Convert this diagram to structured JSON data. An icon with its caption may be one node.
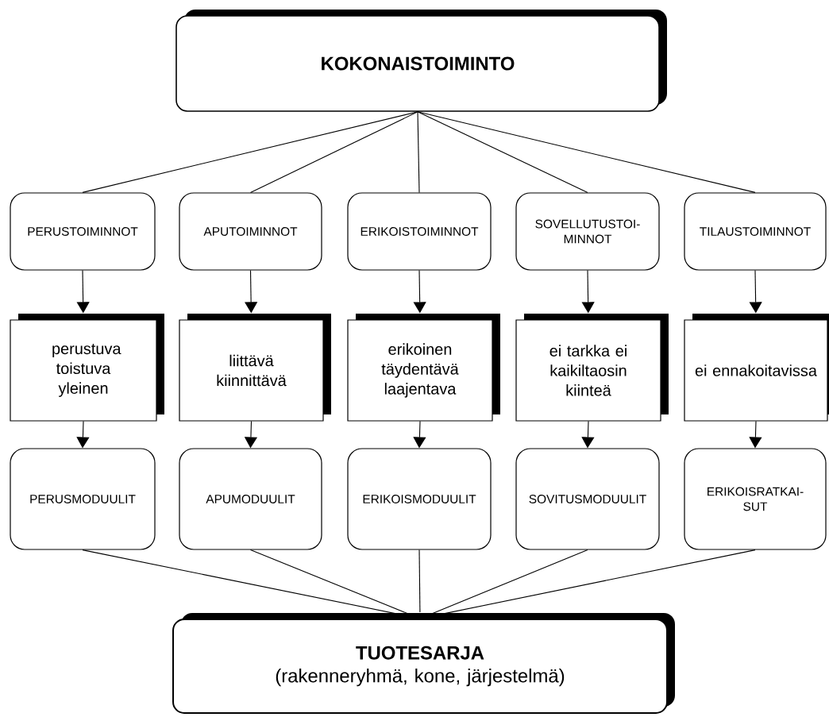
{
  "diagram": {
    "nodes": [
      {
        "text": [
          "KOKONAISTOIMINTO"
        ]
      },
      {
        "text": [
          "PERUSTOIMINNOT"
        ]
      },
      {
        "text": [
          "APUTOIMINNOT"
        ]
      },
      {
        "text": [
          "ERIKOISTOIMINNOT"
        ]
      },
      {
        "text": [
          "SOVELLUTUSTOI-MINNOT"
        ]
      },
      {
        "text": [
          "TILAUSTOIMINNOT"
        ]
      },
      {
        "text": [
          "perustuva toistuva yleinen"
        ]
      },
      {
        "text": [
          "liittävä kiinnittävä"
        ]
      },
      {
        "text": [
          "erikoinen täydentävä laajentava"
        ]
      },
      {
        "text": [
          "ei tarkka ei kaikiltaosin kiinteä"
        ]
      },
      {
        "text": [
          "ei ennakoitavissa"
        ]
      },
      {
        "text": [
          "PERUSMODUULIT"
        ]
      },
      {
        "text": [
          "APUMODUULIT"
        ]
      },
      {
        "text": [
          "ERIKOISMODUULIT"
        ]
      },
      {
        "text": [
          "SOVITUSMODUULIT"
        ]
      },
      {
        "text": [
          "ERIKOISRATKAI-SUT"
        ]
      },
      {
        "text": [
          "TUOTESARJA",
          "(rakenneryhmä, kone, järjestelmä)"
        ]
      }
    ],
    "edges": [
      {
        "from": 0,
        "to": 1,
        "arrow": "none"
      },
      {
        "from": 0,
        "to": 2,
        "arrow": "none"
      },
      {
        "from": 0,
        "to": 3,
        "arrow": "none"
      },
      {
        "from": 0,
        "to": 4,
        "arrow": "none"
      },
      {
        "from": 0,
        "to": 5,
        "arrow": "none"
      },
      {
        "from": 1,
        "to": 6,
        "arrow": "to"
      },
      {
        "from": 2,
        "to": 7,
        "arrow": "to"
      },
      {
        "from": 3,
        "to": 8,
        "arrow": "to"
      },
      {
        "from": 4,
        "to": 9,
        "arrow": "to"
      },
      {
        "from": 5,
        "to": 10,
        "arrow": "to"
      },
      {
        "from": 6,
        "to": 11,
        "arrow": "to"
      },
      {
        "from": 7,
        "to": 12,
        "arrow": "to"
      },
      {
        "from": 8,
        "to": 13,
        "arrow": "to"
      },
      {
        "from": 9,
        "to": 14,
        "arrow": "to"
      },
      {
        "from": 10,
        "to": 15,
        "arrow": "to"
      },
      {
        "from": 11,
        "to": 16,
        "arrow": "none"
      },
      {
        "from": 12,
        "to": 16,
        "arrow": "none"
      },
      {
        "from": 13,
        "to": 16,
        "arrow": "none"
      },
      {
        "from": 14,
        "to": 16,
        "arrow": "none"
      },
      {
        "from": 15,
        "to": 16,
        "arrow": "none"
      }
    ]
  }
}
